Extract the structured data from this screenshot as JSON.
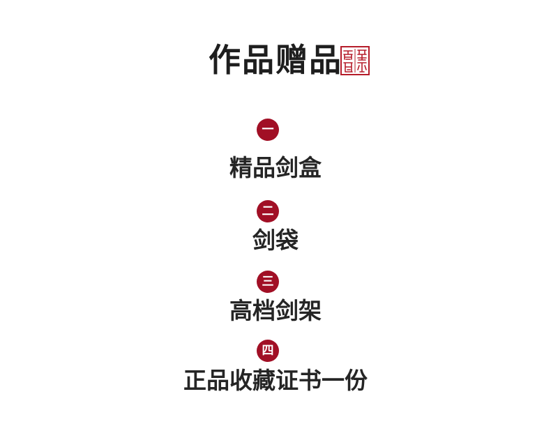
{
  "title": "作品赠品",
  "seal": {
    "type": "red square seal stamp",
    "color": "#b51c2a"
  },
  "accent_color": "#a10f25",
  "items": [
    {
      "number": "一",
      "label": "精品剑盒"
    },
    {
      "number": "二",
      "label": "剑袋"
    },
    {
      "number": "三",
      "label": "高档剑架"
    },
    {
      "number": "四",
      "label": "正品收藏证书一份"
    }
  ]
}
